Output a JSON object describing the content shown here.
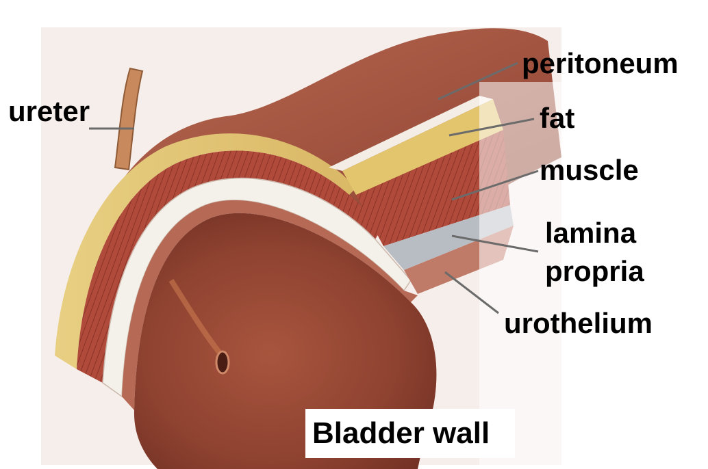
{
  "diagram": {
    "labels": {
      "ureter": "ureter",
      "peritoneum": "peritoneum",
      "fat": "fat",
      "muscle": "muscle",
      "lamina_line1": "lamina",
      "lamina_line2": "propria",
      "urothelium": "urothelium"
    },
    "caption": "Bladder wall"
  }
}
